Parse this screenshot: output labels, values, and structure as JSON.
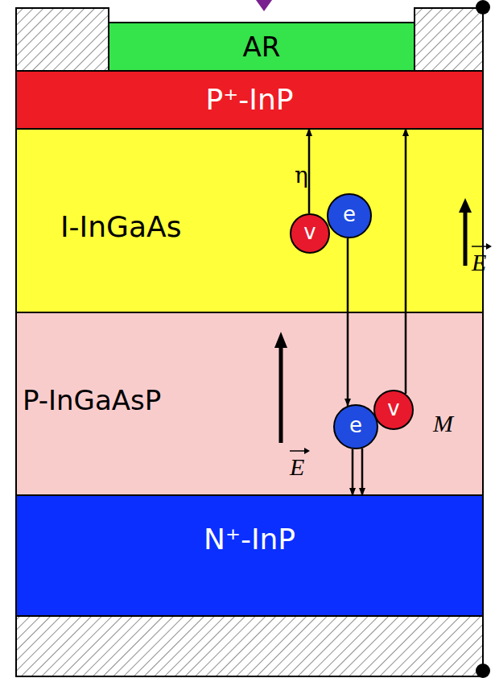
{
  "diagram": {
    "nodes": [
      {
        "text": [
          "AR"
        ]
      },
      {
        "text": [
          "P⁺-InP"
        ]
      },
      {
        "text": [
          "I-InGaAs"
        ]
      },
      {
        "text": [
          "v"
        ],
        "in": 2
      },
      {
        "text": [
          "e"
        ],
        "in": 2
      },
      {
        "text": [
          "P-InGaAsP"
        ]
      },
      {
        "text": [
          "e"
        ],
        "in": 5
      },
      {
        "text": [
          "v"
        ],
        "in": 5
      },
      {
        "text": [
          "N⁺-InP"
        ]
      }
    ],
    "edges": [
      {
        "from": 3,
        "to": 1,
        "arrow": "to"
      },
      {
        "from": 4,
        "to": 6,
        "arrow": "to"
      },
      {
        "from": 7,
        "to": 1,
        "arrow": "to"
      },
      {
        "from": 6,
        "to": 8,
        "arrow": "to"
      },
      {
        "from": 6,
        "to": 8,
        "arrow": "to"
      }
    ],
    "labels": [
      "η",
      "E",
      "E",
      "M"
    ]
  }
}
